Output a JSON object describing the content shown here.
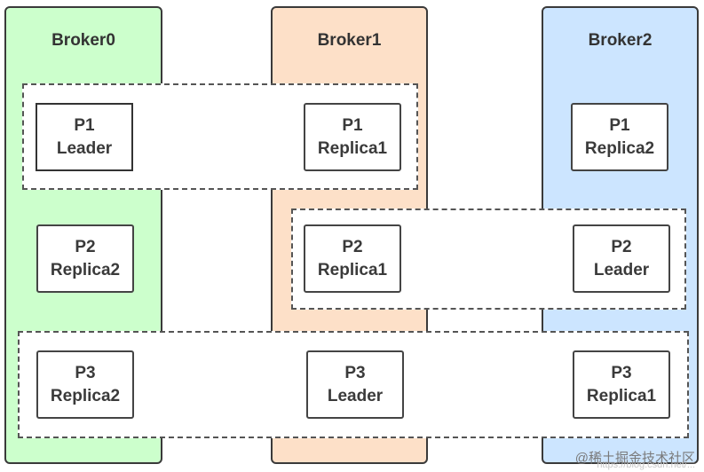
{
  "brokers": [
    {
      "name": "Broker0",
      "color": "#ccffcc"
    },
    {
      "name": "Broker1",
      "color": "#fde0c8"
    },
    {
      "name": "Broker2",
      "color": "#cce5ff"
    }
  ],
  "partitions": {
    "p1_b0": {
      "id": "P1",
      "role": "Leader"
    },
    "p1_b1": {
      "id": "P1",
      "role": "Replica1"
    },
    "p1_b2": {
      "id": "P1",
      "role": "Replica2"
    },
    "p2_b0": {
      "id": "P2",
      "role": "Replica2"
    },
    "p2_b1": {
      "id": "P2",
      "role": "Replica1"
    },
    "p2_b2": {
      "id": "P2",
      "role": "Leader"
    },
    "p3_b0": {
      "id": "P3",
      "role": "Replica2"
    },
    "p3_b1": {
      "id": "P3",
      "role": "Leader"
    },
    "p3_b2": {
      "id": "P3",
      "role": "Replica1"
    }
  },
  "watermark": {
    "text": "@稀土掘金技术社区",
    "faint": "https://blog.csdn.net/..."
  }
}
